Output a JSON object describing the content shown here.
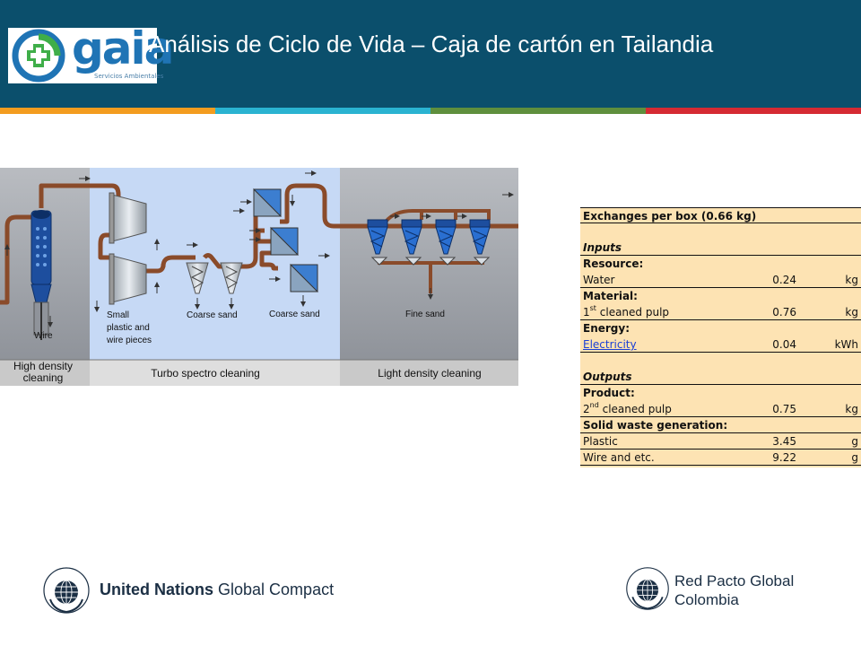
{
  "header": {
    "title": "Análisis de Ciclo de Vida – Caja de cartón en Tailandia",
    "logo_word": "gaia",
    "logo_subtitle": "Servicios Ambientales",
    "bg_color": "#0b4f6c",
    "stripe_colors": [
      "#f39c1f",
      "#2ab3d1",
      "#5f8f3d",
      "#d52a33"
    ]
  },
  "diagram": {
    "labels": {
      "wire": "Wire",
      "small_pieces_line1": "Small",
      "small_pieces_line2": "plastic and",
      "small_pieces_line3": "wire pieces",
      "coarse_sand_1": "Coarse sand",
      "coarse_sand_2": "Coarse sand",
      "fine_sand": "Fine sand"
    },
    "sections": {
      "high_density_line1": "High density",
      "high_density_line2": "cleaning",
      "turbo": "Turbo spectro cleaning",
      "light": "Light density cleaning"
    }
  },
  "table": {
    "header": "Exchanges per box (0.66 kg)",
    "inputs_label": "Inputs",
    "resource_label": "Resource:",
    "water": {
      "name": "Water",
      "value": "0.24",
      "unit": "kg"
    },
    "material_label": "Material:",
    "pulp_in": {
      "prefix": "1",
      "sup": "st",
      "rest": " cleaned pulp",
      "value": "0.76",
      "unit": "kg"
    },
    "energy_label": "Energy:",
    "electricity": {
      "name": "Electricity",
      "value": "0.04",
      "unit": "kWh"
    },
    "outputs_label": "Outputs",
    "product_label": "Product:",
    "pulp_out": {
      "prefix": "2",
      "sup": "nd",
      "rest": " cleaned pulp",
      "value": "0.75",
      "unit": "kg"
    },
    "waste_label": "Solid waste generation:",
    "plastic": {
      "name": "Plastic",
      "value": "3.45",
      "unit": "g"
    },
    "wire": {
      "name": "Wire and etc.",
      "value": "9.22",
      "unit": "g"
    }
  },
  "footer": {
    "left_bold": "United Nations",
    "left_regular": " Global Compact",
    "right_line1": "Red Pacto Global",
    "right_line2": "Colombia"
  }
}
